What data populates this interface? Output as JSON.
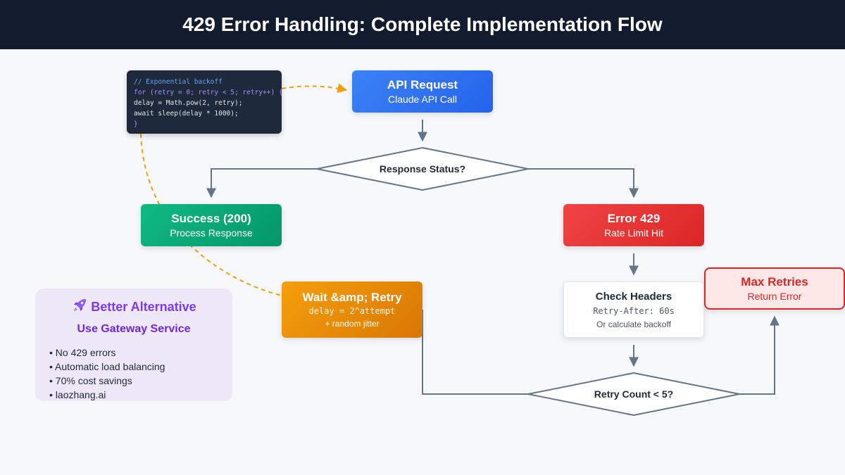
{
  "header": {
    "title": "429 Error Handling: Complete Implementation Flow"
  },
  "code": {
    "lines": [
      "// Exponential backoff",
      "for (retry = 0; retry < 5; retry++) {",
      "delay = Math.pow(2, retry);",
      "await sleep(delay * 1000);",
      "}"
    ]
  },
  "nodes": {
    "api": {
      "title": "API Request",
      "subtitle": "Claude API Call"
    },
    "status": {
      "label": "Response Status?"
    },
    "success": {
      "title": "Success (200)",
      "subtitle": "Process Response"
    },
    "error": {
      "title": "Error 429",
      "subtitle": "Rate Limit Hit"
    },
    "wait": {
      "title": "Wait &amp; Retry",
      "formula": "delay = 2^attempt",
      "note": "+ random jitter"
    },
    "headers": {
      "title": "Check Headers",
      "retry_after": "Retry-After: 60s",
      "note": "Or calculate backoff"
    },
    "retry": {
      "label": "Retry Count < 5?"
    },
    "max": {
      "title": "Max Retries",
      "subtitle": "Return Error"
    }
  },
  "alternative": {
    "icon": "rocket-icon",
    "title": "Better Alternative",
    "subtitle": "Use Gateway Service",
    "items": [
      "No 429 errors",
      "Automatic load balancing",
      "70% cost savings",
      "laozhang.ai"
    ]
  },
  "colors": {
    "header": "#131b2e",
    "api": "#2563eb",
    "success": "#059669",
    "error": "#dc2626",
    "wait": "#d97706",
    "connector": "#64748b",
    "dashed": "#f59e0b",
    "alternative": "#7c3aed"
  }
}
